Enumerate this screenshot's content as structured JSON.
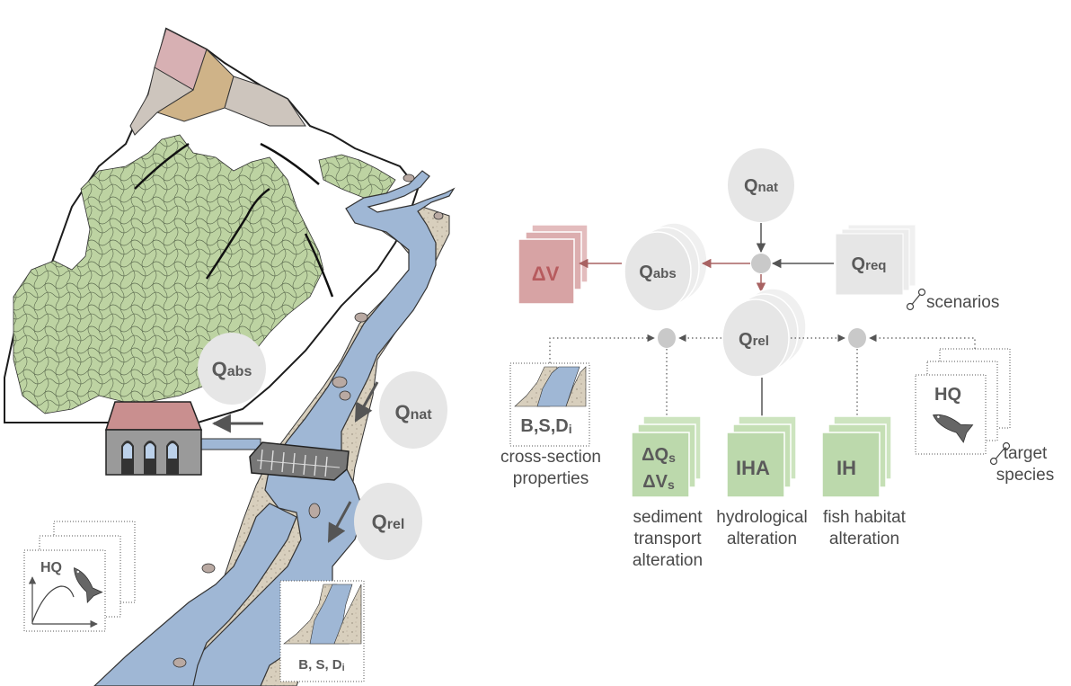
{
  "left_illustration": {
    "q_abs": {
      "main": "Q",
      "sub": "abs"
    },
    "q_nat": {
      "main": "Q",
      "sub": "nat"
    },
    "q_rel": {
      "main": "Q",
      "sub": "rel"
    },
    "hq_card": "HQ",
    "bsd_card": {
      "main": "B, S, D",
      "sub": "i"
    }
  },
  "flow_diagram": {
    "q_nat": {
      "main": "Q",
      "sub": "nat"
    },
    "q_abs": {
      "main": "Q",
      "sub": "abs"
    },
    "q_req": {
      "main": "Q",
      "sub": "req"
    },
    "q_rel": {
      "main": "Q",
      "sub": "rel"
    },
    "delta_v": "ΔV",
    "scenarios": "scenarios",
    "bsd_card": {
      "main": "B,S,D",
      "sub": "i"
    },
    "cross_section_caption": "cross-section\nproperties",
    "hq_card": "HQ",
    "target_species_caption": "target\nspecies",
    "sediment_box": {
      "line1_main": "ΔQ",
      "line1_sub": "s",
      "line2_main": "ΔV",
      "line2_sub": "s"
    },
    "sediment_caption": "sediment\ntransport\nalteration",
    "iha_box": "IHA",
    "iha_caption": "hydrological\nalteration",
    "ih_box": "IH",
    "ih_caption": "fish habitat\nalteration"
  },
  "colors": {
    "node_gray": "#e6e6e6",
    "junction_gray": "#c9c9c9",
    "arrow_dark": "#555555",
    "arrow_red": "#a86262",
    "red_card": "#d7a3a4",
    "red_text": "#b75b5e",
    "green_card": "#bcd9ac",
    "green_text": "#5f5f5f",
    "river_blue": "#9fb7d5",
    "sediment_tan": "#d6ccb8",
    "forest_green": "#b8cf9c",
    "mountain_pink": "#d7b0b3",
    "mountain_tan": "#cfb388",
    "mountain_gray": "#cdc5bd"
  }
}
